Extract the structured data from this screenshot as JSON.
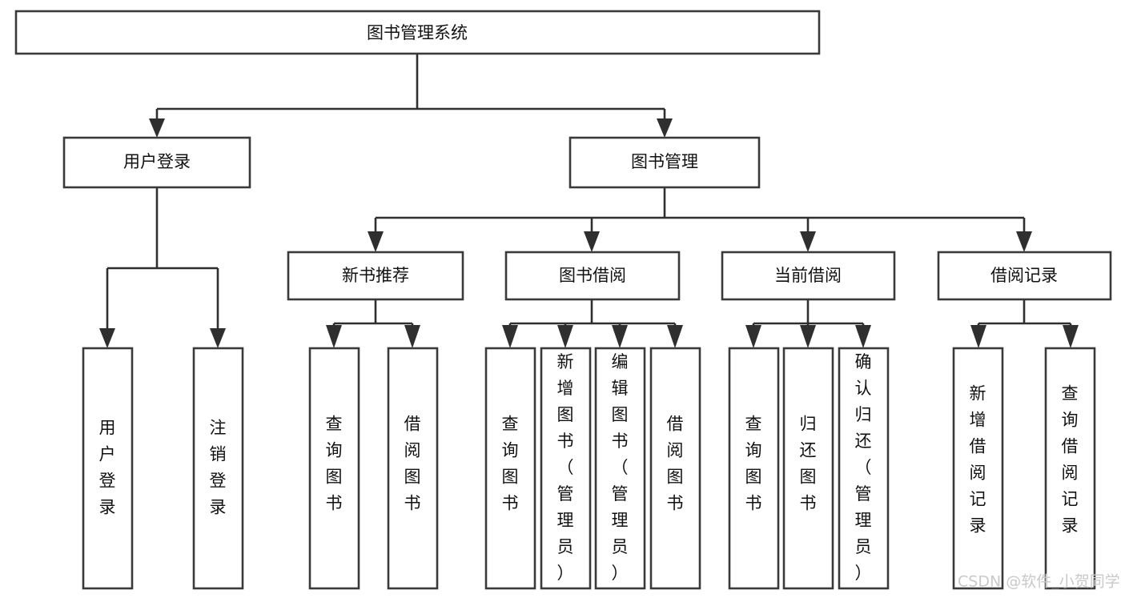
{
  "diagram": {
    "type": "tree-hierarchy",
    "title": "图书管理系统",
    "background_color": "#ffffff",
    "line_color": "#2f2f2f",
    "box_fill": "#ffffff",
    "text_color": "#111111"
  },
  "root": {
    "id": "root",
    "label": "图书管理系统",
    "orientation": "horizontal"
  },
  "level2": [
    {
      "id": "user-login",
      "label": "用户登录",
      "orientation": "horizontal"
    },
    {
      "id": "book-manage",
      "label": "图书管理",
      "orientation": "horizontal"
    }
  ],
  "level3": [
    {
      "id": "new-book-recommend",
      "label": "新书推荐",
      "orientation": "horizontal"
    },
    {
      "id": "book-borrow",
      "label": "图书借阅",
      "orientation": "horizontal"
    },
    {
      "id": "current-borrow",
      "label": "当前借阅",
      "orientation": "horizontal"
    },
    {
      "id": "borrow-record",
      "label": "借阅记录",
      "orientation": "horizontal"
    }
  ],
  "leaves": {
    "user_login": [
      {
        "id": "leaf-user-login",
        "label": "用户登录",
        "chars": [
          "用",
          "户",
          "登",
          "录"
        ]
      },
      {
        "id": "leaf-logout",
        "label": "注销登录",
        "chars": [
          "注",
          "销",
          "登",
          "录"
        ]
      }
    ],
    "new_book_recommend": [
      {
        "id": "leaf-query-book-1",
        "label": "查询图书",
        "chars": [
          "查",
          "询",
          "图",
          "书"
        ]
      },
      {
        "id": "leaf-borrow-book-1",
        "label": "借阅图书",
        "chars": [
          "借",
          "阅",
          "图",
          "书"
        ]
      }
    ],
    "book_borrow": [
      {
        "id": "leaf-query-book-2",
        "label": "查询图书",
        "chars": [
          "查",
          "询",
          "图",
          "书"
        ]
      },
      {
        "id": "leaf-add-book",
        "label": "新增图书（管理员）",
        "chars": [
          "新",
          "增",
          "图",
          "书",
          "（",
          "管",
          "理",
          "员",
          "）"
        ]
      },
      {
        "id": "leaf-edit-book",
        "label": "编辑图书（管理员）",
        "chars": [
          "编",
          "辑",
          "图",
          "书",
          "（",
          "管",
          "理",
          "员",
          "）"
        ]
      },
      {
        "id": "leaf-borrow-book-2",
        "label": "借阅图书",
        "chars": [
          "借",
          "阅",
          "图",
          "书"
        ]
      }
    ],
    "current_borrow": [
      {
        "id": "leaf-query-book-3",
        "label": "查询图书",
        "chars": [
          "查",
          "询",
          "图",
          "书"
        ]
      },
      {
        "id": "leaf-return-book",
        "label": "归还图书",
        "chars": [
          "归",
          "还",
          "图",
          "书"
        ]
      },
      {
        "id": "leaf-confirm-return",
        "label": "确认归还（管理员）",
        "chars": [
          "确",
          "认",
          "归",
          "还",
          "（",
          "管",
          "理",
          "员",
          "）"
        ]
      }
    ],
    "borrow_record": [
      {
        "id": "leaf-add-record",
        "label": "新增借阅记录",
        "chars": [
          "新",
          "增",
          "借",
          "阅",
          "记",
          "录"
        ]
      },
      {
        "id": "leaf-query-record",
        "label": "查询借阅记录",
        "chars": [
          "查",
          "询",
          "借",
          "阅",
          "记",
          "录"
        ]
      }
    ]
  },
  "watermark": {
    "text": "CSDN @软件_小贺同学",
    "color": "#c9c9c9"
  }
}
